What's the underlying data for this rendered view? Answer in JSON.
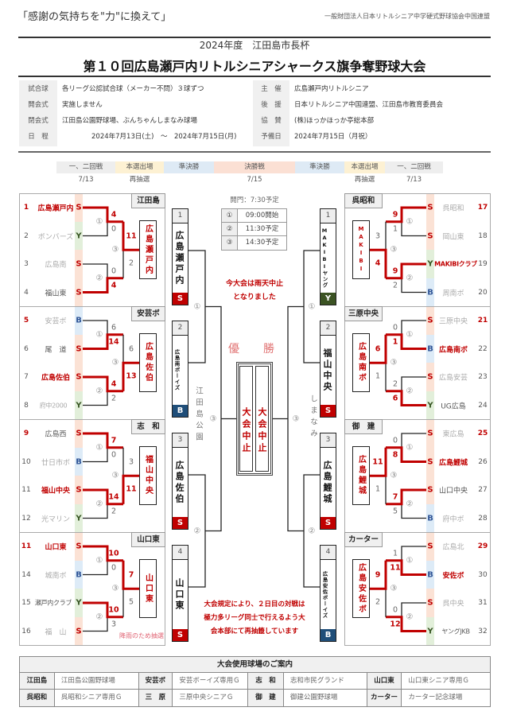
{
  "header": {
    "slogan": "「感謝の気持ちを\"力\"に換えて」",
    "org": "一般財団法人日本リトルシニア中学硬式野球協会中国連盟",
    "subtitle": "2024年度　江田島市長杯",
    "title": "第１０回広島瀬戸内リトルシニアシャークス旗争奪野球大会"
  },
  "info": {
    "left": [
      {
        "label": "試合球",
        "value": "各リーグ公認試合球（メーカー不問）３球ずつ"
      },
      {
        "label": "開会式",
        "value": "実施しません"
      },
      {
        "label": "閉会式",
        "value": "江田島公園野球場、ぶんちゃんしまなみ球場"
      },
      {
        "label": "日　程",
        "value": "2024年7月13日(土)　～　2024年7月15日(月)"
      }
    ],
    "right": [
      {
        "label": "主　催",
        "value": "広島瀬戸内リトルシニア"
      },
      {
        "label": "後　援",
        "value": "日本リトルシニア中国連盟、江田島市教育委員会"
      },
      {
        "label": "協　賛",
        "value": "(株)ほっかほっか亭総本部"
      },
      {
        "label": "予備日",
        "value": "2024年7月15日（月祝）"
      }
    ]
  },
  "rounds": [
    {
      "label": "一、二回戦",
      "date": "7/13",
      "color": "#eeeeee"
    },
    {
      "label": "本選出場",
      "date": "再抽選",
      "color": "#fdf1d3"
    },
    {
      "label": "準決勝",
      "date": "",
      "color": "#deeaf5"
    },
    {
      "label": "決勝戦",
      "date": "7/15",
      "color": "#fbe0d4"
    },
    {
      "label": "準決勝",
      "date": "",
      "color": "#deeaf5"
    },
    {
      "label": "本選出場",
      "date": "再抽選",
      "color": "#fdf1d3"
    },
    {
      "label": "一、二回戦",
      "date": "7/13",
      "color": "#eeeeee"
    }
  ],
  "colors": {
    "accent": "#c00000",
    "league": {
      "S": {
        "text": "#c00000",
        "stripe": "#fbe2d5",
        "fill": "#c00000"
      },
      "Y": {
        "text": "#375623",
        "stripe": "#e2efda",
        "fill": "#3b5323"
      },
      "B": {
        "text": "#2f5597",
        "stripe": "#ddebf7",
        "fill": "#1f4e79"
      }
    },
    "status": {
      "win": "#c00000",
      "lost2": "#555555",
      "lost1": "#aaaaaa"
    }
  },
  "circled": [
    "①",
    "②",
    "③"
  ],
  "blocks": [
    {
      "header": "江田島",
      "teams": [
        {
          "no": "1",
          "name": "広島瀬戸内",
          "league": "S",
          "status": "win"
        },
        {
          "no": "2",
          "name": "ボンバーズ",
          "league": "Y",
          "status": "lost1"
        },
        {
          "no": "3",
          "name": "広島南",
          "league": "S",
          "status": "lost1"
        },
        {
          "no": "4",
          "name": "福山東",
          "league": "S",
          "status": "lost2"
        }
      ],
      "scores": {
        "a": [
          "4",
          "0"
        ],
        "b": [
          "0",
          "4"
        ],
        "final": [
          "11",
          "2"
        ]
      },
      "winner": "広島瀬戸内",
      "note": ""
    },
    {
      "header": "安芸ボ",
      "teams": [
        {
          "no": "5",
          "name": "安芸ボ",
          "league": "B",
          "status": "lost1"
        },
        {
          "no": "6",
          "name": "尾　道",
          "league": "S",
          "status": "lost2"
        },
        {
          "no": "7",
          "name": "広島佐伯",
          "league": "S",
          "status": "win"
        },
        {
          "no": "8",
          "name": "府中2000",
          "league": "Y",
          "status": "lost1"
        }
      ],
      "scores": {
        "a": [
          "6",
          "14"
        ],
        "b": [
          "4",
          "2"
        ],
        "final": [
          "6",
          "13"
        ]
      },
      "winner": "広島佐伯",
      "note": ""
    },
    {
      "header": "志　和",
      "teams": [
        {
          "no": "9",
          "name": "広島西",
          "league": "S",
          "status": "lost2"
        },
        {
          "no": "10",
          "name": "廿日市ボ",
          "league": "B",
          "status": "lost1"
        },
        {
          "no": "11",
          "name": "福山中央",
          "league": "S",
          "status": "win"
        },
        {
          "no": "12",
          "name": "光マリン",
          "league": "Y",
          "status": "lost1"
        }
      ],
      "scores": {
        "a": [
          "7",
          "0"
        ],
        "b": [
          "14",
          "2"
        ],
        "final": [
          "3",
          "11"
        ]
      },
      "winner": "福山中央",
      "note": ""
    },
    {
      "header": "山口東",
      "teams": [
        {
          "no": "11",
          "name": "山口東",
          "league": "S",
          "status": "win"
        },
        {
          "no": "14",
          "name": "城南ボ",
          "league": "B",
          "status": "lost1"
        },
        {
          "no": "15",
          "name": "瀬戸内クラブ",
          "league": "Y",
          "status": "lost2"
        },
        {
          "no": "16",
          "name": "福　山",
          "league": "S",
          "status": "lost1"
        }
      ],
      "scores": {
        "a": [
          "10",
          "0"
        ],
        "b": [
          "10",
          "3"
        ],
        "final": [
          "7",
          "5"
        ]
      },
      "winner": "山口東",
      "note": "降雨のため抽選"
    },
    {
      "header": "呉昭和",
      "teams": [
        {
          "no": "17",
          "name": "呉昭和",
          "league": "S",
          "status": "lost1"
        },
        {
          "no": "18",
          "name": "岡山東",
          "league": "S",
          "status": "lost1"
        },
        {
          "no": "19",
          "name": "MAKIBIクラブ",
          "league": "Y",
          "status": "win"
        },
        {
          "no": "20",
          "name": "周南ボ",
          "league": "B",
          "status": "lost1"
        }
      ],
      "scores": {
        "a": [
          "9",
          "1"
        ],
        "b": [
          "9",
          "2"
        ],
        "final": [
          "3",
          "4"
        ]
      },
      "winner": "MAKIBI",
      "note": ""
    },
    {
      "header": "三原中央",
      "teams": [
        {
          "no": "21",
          "name": "三原中央",
          "league": "S",
          "status": "lost1"
        },
        {
          "no": "22",
          "name": "広島南ボ",
          "league": "B",
          "status": "win"
        },
        {
          "no": "23",
          "name": "広島安芸",
          "league": "S",
          "status": "lost1"
        },
        {
          "no": "24",
          "name": "UG広島",
          "league": "Y",
          "status": "lost2"
        }
      ],
      "scores": {
        "a": [
          "0",
          "1"
        ],
        "b": [
          "2",
          "6"
        ],
        "final": [
          "6",
          "1"
        ]
      },
      "winner": "広島南ボ",
      "note": ""
    },
    {
      "header": "御　建",
      "teams": [
        {
          "no": "25",
          "name": "東広島",
          "league": "S",
          "status": "lost1"
        },
        {
          "no": "26",
          "name": "広島鯉城",
          "league": "S",
          "status": "win"
        },
        {
          "no": "27",
          "name": "山口中央",
          "league": "S",
          "status": "lost2"
        },
        {
          "no": "28",
          "name": "府中ボ",
          "league": "B",
          "status": "lost1"
        }
      ],
      "scores": {
        "a": [
          "0",
          "8"
        ],
        "b": [
          "7",
          "5"
        ],
        "final": [
          "11",
          "1"
        ]
      },
      "winner": "広島鯉城",
      "note": ""
    },
    {
      "header": "カーター",
      "teams": [
        {
          "no": "29",
          "name": "広島北",
          "league": "S",
          "status": "lost1"
        },
        {
          "no": "30",
          "name": "安佐ボ",
          "league": "B",
          "status": "win"
        },
        {
          "no": "31",
          "name": "呉中央",
          "league": "S",
          "status": "lost1"
        },
        {
          "no": "32",
          "name": "ヤングJKB",
          "league": "Y",
          "status": "lost2"
        }
      ],
      "scores": {
        "a": [
          "1",
          "11"
        ],
        "b": [
          "0",
          "12"
        ],
        "final": [
          "9",
          "2"
        ]
      },
      "winner": "広島安佐ボ",
      "note": ""
    }
  ],
  "center": {
    "left": [
      {
        "no": "1",
        "name": "広島瀬戸内",
        "league": "S"
      },
      {
        "no": "2",
        "name": "広島南ボーイズ",
        "league": "B"
      },
      {
        "no": "3",
        "name": "広島佐伯",
        "league": "S"
      },
      {
        "no": "4",
        "name": "山口東",
        "league": "S"
      }
    ],
    "right": [
      {
        "no": "1",
        "name": "MAKIBIヤング",
        "league": "Y"
      },
      {
        "no": "2",
        "name": "福山中央",
        "league": "S"
      },
      {
        "no": "3",
        "name": "広島鯉城",
        "league": "S"
      },
      {
        "no": "4",
        "name": "広島安佐ボーイズ",
        "league": "B"
      }
    ],
    "gate": "開門：7:30予定",
    "schedule": [
      {
        "n": "①",
        "time": "09:00開始"
      },
      {
        "n": "②",
        "time": "11:30予定"
      },
      {
        "n": "③",
        "time": "14:30予定"
      }
    ],
    "rain_msg": [
      "今大会は雨天中止",
      "となりました"
    ],
    "venue_left": "江田島公園",
    "venue_right": "しまなみ",
    "champion_label": "優　勝",
    "final_left": "大会中止",
    "final_right": "大会中止",
    "rule_msg": [
      "大会規定により、２日目の対戦は",
      "極力多リーグ同士で行えるよう大",
      "会本部にて再抽籤しています"
    ]
  },
  "venues": {
    "title": "大会使用球場のご案内",
    "rows": [
      [
        {
          "label": "江田島",
          "value": "江田島公園野球場"
        },
        {
          "label": "安芸ボ",
          "value": "安芸ボーイズ専用Ｇ"
        },
        {
          "label": "志　和",
          "value": "志和市民グランド"
        },
        {
          "label": "山口東",
          "value": "山口東シニア専用Ｇ"
        }
      ],
      [
        {
          "label": "呉昭和",
          "value": "呉昭和シニア専用Ｇ"
        },
        {
          "label": "三　原",
          "value": "三原中央シニアＧ"
        },
        {
          "label": "御　建",
          "value": "御建公園野球場"
        },
        {
          "label": "カーター",
          "value": "カーター記念球場"
        }
      ]
    ]
  }
}
